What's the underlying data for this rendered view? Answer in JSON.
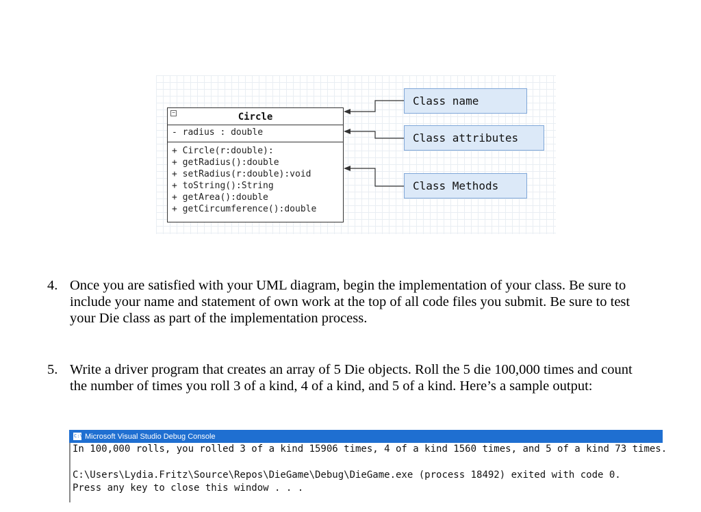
{
  "uml": {
    "class_name": "Circle",
    "attribute": "- radius : double",
    "methods": [
      "+ Circle(r:double):",
      "+ getRadius():double",
      "+ setRadius(r:double):void",
      "+ toString():String",
      "+ getArea():double",
      "+ getCircumference():double"
    ],
    "labels": {
      "class_name": "Class name",
      "class_attributes": "Class attributes",
      "class_methods": "Class Methods"
    }
  },
  "list": [
    {
      "number": "4.",
      "text": "Once you are satisfied with your UML diagram, begin the implementation of your class. Be sure to include your name and statement of own work at the top of all code files you submit. Be sure to test your Die class as part of the implementation process."
    },
    {
      "number": "5.",
      "text": "Write a driver program that creates an array of 5 Die objects. Roll the 5 die 100,000 times and count the number of times you roll 3 of a kind, 4 of a kind, and 5 of a kind. Here’s a sample output:"
    }
  ],
  "console": {
    "title": "Microsoft Visual Studio Debug Console",
    "lines": [
      "In 100,000 rolls, you rolled 3 of a kind 15906 times, 4 of a kind 1560 times, and 5 of a kind 73 times.",
      "",
      "C:\\Users\\Lydia.Fritz\\Source\\Repos\\DieGame\\Debug\\DieGame.exe (process 18492) exited with code 0.",
      "Press any key to close this window . . ."
    ]
  }
}
